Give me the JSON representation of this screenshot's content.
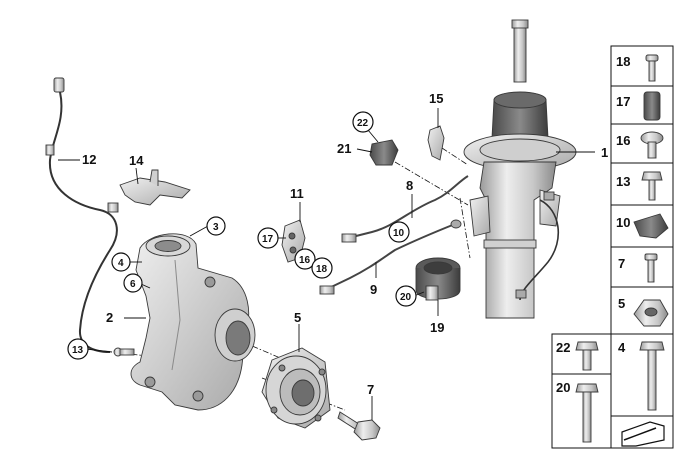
{
  "callouts": [
    {
      "id": "1",
      "label": "1"
    },
    {
      "id": "2",
      "label": "2"
    },
    {
      "id": "3",
      "label": "3"
    },
    {
      "id": "4",
      "label": "4"
    },
    {
      "id": "5",
      "label": "5"
    },
    {
      "id": "6",
      "label": "6"
    },
    {
      "id": "7",
      "label": "7"
    },
    {
      "id": "8",
      "label": "8"
    },
    {
      "id": "9",
      "label": "9"
    },
    {
      "id": "10",
      "label": "10"
    },
    {
      "id": "11",
      "label": "11"
    },
    {
      "id": "12",
      "label": "12"
    },
    {
      "id": "13",
      "label": "13"
    },
    {
      "id": "14",
      "label": "14"
    },
    {
      "id": "15",
      "label": "15"
    },
    {
      "id": "16",
      "label": "16"
    },
    {
      "id": "17",
      "label": "17"
    },
    {
      "id": "18",
      "label": "18"
    },
    {
      "id": "19",
      "label": "19"
    },
    {
      "id": "20",
      "label": "20"
    },
    {
      "id": "21",
      "label": "21"
    },
    {
      "id": "22",
      "label": "22"
    }
  ],
  "legend": {
    "right_column": [
      "18",
      "17",
      "16",
      "13",
      "10",
      "7",
      "5",
      "4"
    ],
    "left_column": [
      "22",
      "20"
    ]
  },
  "colors": {
    "part_light": "#e4e4e4",
    "part_mid": "#bdbdbd",
    "part_dark": "#7a7a7a",
    "line": "#111111"
  }
}
